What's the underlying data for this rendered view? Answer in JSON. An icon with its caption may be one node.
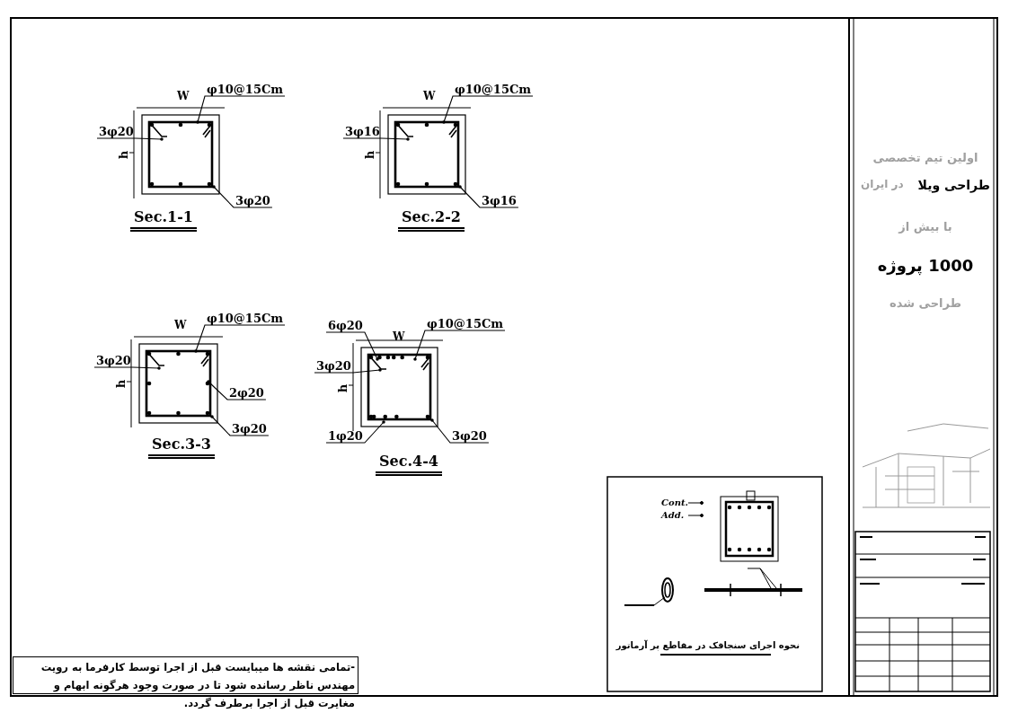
{
  "diagram": {
    "nodes": [
      {
        "text": [
          "φ10@15Cm"
        ]
      },
      {
        "text": [
          "3φ20"
        ]
      },
      {
        "text": [
          "3φ20"
        ]
      },
      {
        "text": [
          "φ10@15Cm"
        ]
      },
      {
        "text": [
          "3φ16"
        ]
      },
      {
        "text": [
          "3φ16"
        ]
      },
      {
        "text": [
          "φ10@15Cm"
        ]
      },
      {
        "text": [
          "3φ20"
        ]
      },
      {
        "text": [
          "2φ20"
        ]
      },
      {
        "text": [
          "3φ20"
        ]
      },
      {
        "text": [
          "6φ20"
        ]
      },
      {
        "text": [
          "φ10@15Cm"
        ]
      },
      {
        "text": [
          "3φ20"
        ]
      },
      {
        "text": [
          "1φ20"
        ]
      },
      {
        "text": [
          "3φ20"
        ]
      },
      {
        "text": [],
        "shape": "box",
        "beside": [
          "Sec.1-1"
        ]
      },
      {
        "text": [],
        "shape": "box",
        "beside": [
          "Sec.2-2"
        ]
      },
      {
        "text": [],
        "shape": "box",
        "beside": [
          "Sec.3-3"
        ]
      },
      {
        "text": [],
        "shape": "box",
        "beside": [
          "Sec.4-4"
        ]
      }
    ],
    "edges": [
      {
        "from": 0,
        "to": 15,
        "arrow": "other"
      },
      {
        "from": 1,
        "to": 15,
        "arrow": "other"
      },
      {
        "from": 2,
        "to": 15,
        "arrow": "other"
      },
      {
        "from": 3,
        "to": 16,
        "arrow": "other"
      },
      {
        "from": 4,
        "to": 16,
        "arrow": "other"
      },
      {
        "from": 5,
        "to": 16,
        "arrow": "other"
      },
      {
        "from": 6,
        "to": 17,
        "arrow": "other"
      },
      {
        "from": 7,
        "to": 17,
        "arrow": "other"
      },
      {
        "from": 8,
        "to": 17,
        "arrow": "other"
      },
      {
        "from": 9,
        "to": 17,
        "arrow": "other"
      },
      {
        "from": 10,
        "to": 18,
        "arrow": "other"
      },
      {
        "from": 11,
        "to": 18,
        "arrow": "other"
      },
      {
        "from": 12,
        "to": 18,
        "arrow": "other"
      },
      {
        "from": 13,
        "to": 18,
        "arrow": "other"
      },
      {
        "from": 14,
        "to": 18,
        "arrow": "other"
      }
    ],
    "labels": [
      "W",
      "h",
      "W",
      "h",
      "W",
      "h",
      "W",
      "h",
      "نحوه اجرای سنجاقک در مقاطع پر آرماتور",
      "-تمامی نقشه ها میبایست قبل از اجرا توسط کارفرما به رویت مهندس ناظر رسانده شود تا در صورت وجود هرگونه ابهام و مغایرت قبل از اجرا برطرف گردد.",
      "اولین تیم تخصصی",
      "طراحی ویلا",
      "در ایران",
      "با بیش از",
      "1000 پروژه",
      "طراحی شده"
    ],
    "legend": [
      {
        "text": "Cont."
      },
      {
        "text": "Add."
      }
    ]
  }
}
